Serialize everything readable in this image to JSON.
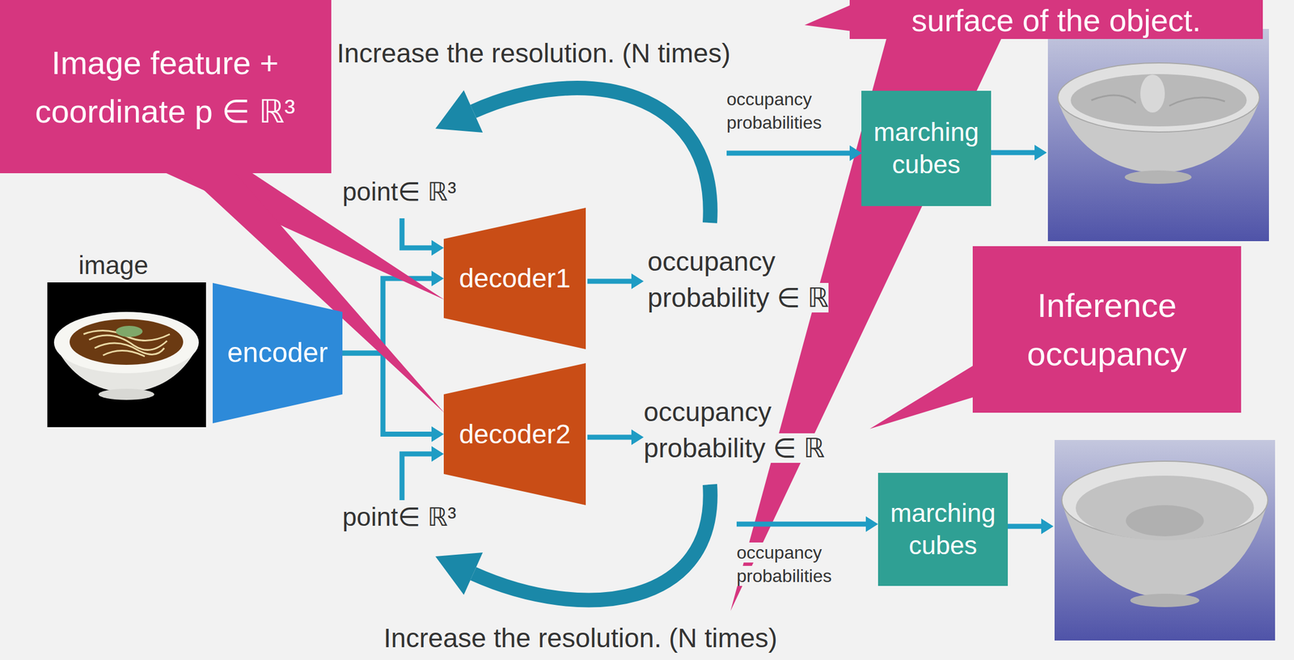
{
  "diagram": {
    "nodes": [
      {
        "text": [
          "Image feature + coordinate p ∈ ℝ³"
        ]
      },
      {
        "text": [
          "surface of the object."
        ]
      },
      {
        "text": [
          "encoder"
        ]
      },
      {
        "text": [
          "decoder1"
        ]
      },
      {
        "text": [
          "decoder2"
        ]
      },
      {
        "text": [
          "marching cubes"
        ]
      },
      {
        "text": [
          "Inference occupancy"
        ]
      },
      {
        "text": [
          "marching cubes"
        ]
      }
    ],
    "edges": [
      {
        "from": 2,
        "to": 3,
        "arrow": "to"
      },
      {
        "from": 2,
        "to": 4,
        "arrow": "to"
      },
      {
        "from": 0,
        "to": 3,
        "arrow": "none"
      },
      {
        "from": 0,
        "to": 4,
        "arrow": "none"
      }
    ],
    "labels": [
      "Increase the resolution. (N times)",
      "point∈ ℝ³",
      "image",
      "occupancy probability ∈ ℝ",
      "occupancy probabilities",
      "point∈ ℝ³",
      "occupancy probability ∈ ℝ",
      "occupancy probabilities",
      "Increase the resolution. (N times)"
    ]
  }
}
